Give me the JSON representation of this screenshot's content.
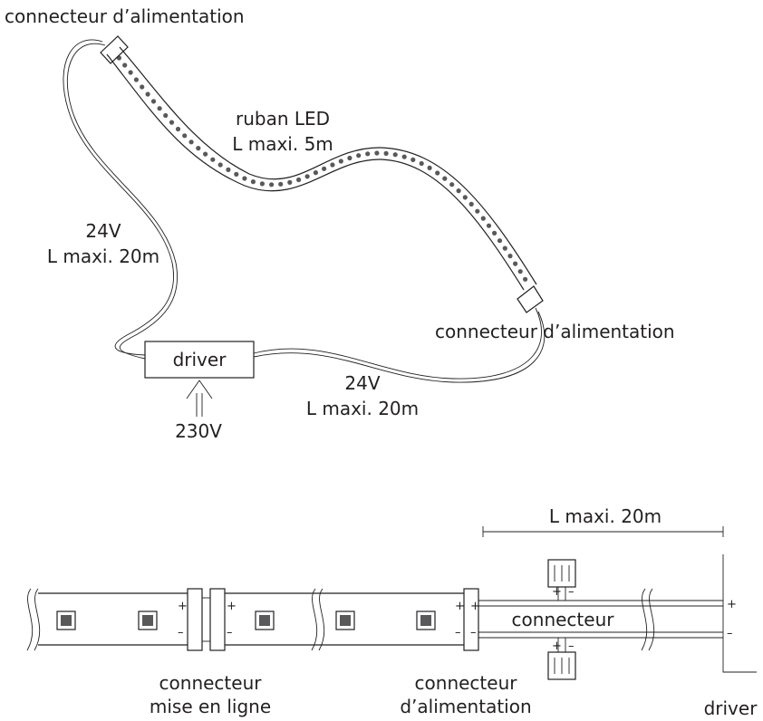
{
  "top": {
    "connector_top_left": "connecteur d’alimentation",
    "connector_right": "connecteur d’alimentation",
    "strip_label_1": "ruban LED",
    "strip_label_2": "L maxi. 5m",
    "left_cable_voltage": "24V",
    "left_cable_length": "L maxi. 20m",
    "driver": "driver",
    "bottom_cable_voltage": "24V",
    "bottom_cable_length": "L maxi. 20m",
    "mains": "230V"
  },
  "bottom": {
    "length_dimension": "L maxi. 20m",
    "splitter": "connecteur",
    "inline_connector_1": "connecteur",
    "inline_connector_2": "mise en ligne",
    "power_connector_1": "connecteur",
    "power_connector_2": "d’alimentation",
    "driver": "driver",
    "plus": "+",
    "minus": "–"
  }
}
